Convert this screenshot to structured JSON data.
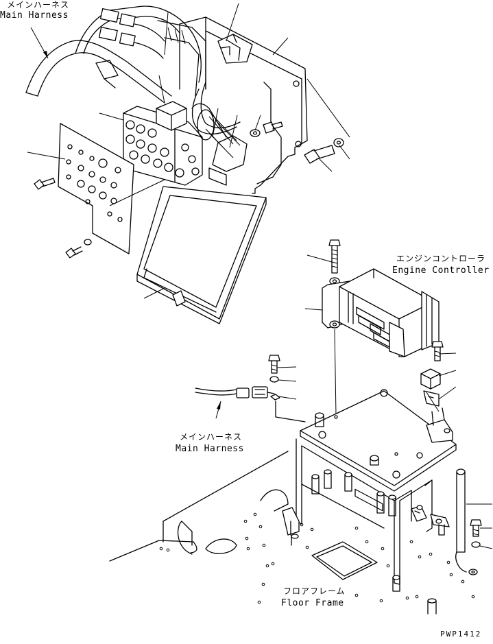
{
  "labels": {
    "main_harness_top_jp": "メインハーネス",
    "main_harness_top_en": "Main Harness",
    "engine_controller_jp": "エンジンコントローラ",
    "engine_controller_en": "Engine Controller",
    "main_harness_mid_jp": "メインハーネス",
    "main_harness_mid_en": "Main Harness",
    "floor_frame_jp": "フロアフレーム",
    "floor_frame_en": "Floor Frame",
    "drawing_code": "PWP1412"
  }
}
